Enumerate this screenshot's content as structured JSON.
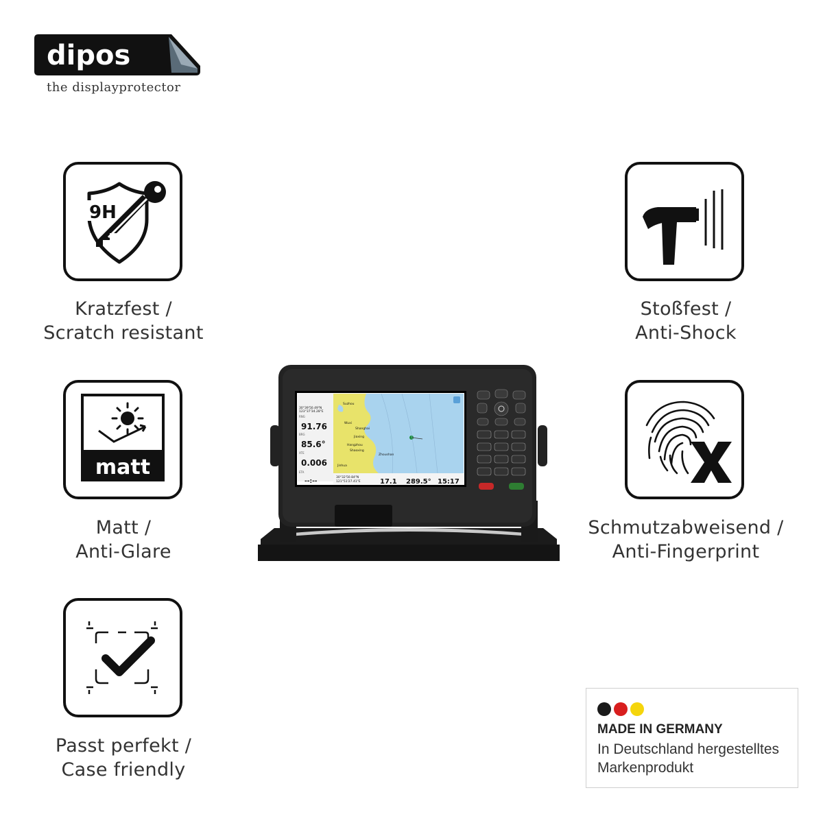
{
  "brand": {
    "name": "dipos",
    "tagline": "the displayprotector"
  },
  "features": [
    {
      "id": "scratch",
      "icon": "shield-key-icon",
      "badge": "9H",
      "line1": "Kratzfest /",
      "line2": "Scratch resistant"
    },
    {
      "id": "matt",
      "icon": "sun-matt-icon",
      "badge": "matt",
      "line1": "Matt /",
      "line2": "Anti-Glare"
    },
    {
      "id": "fit",
      "icon": "check-frame-icon",
      "line1": "Passt perfekt /",
      "line2": "Case friendly"
    },
    {
      "id": "shock",
      "icon": "hammer-icon",
      "line1": "Stoßfest /",
      "line2": "Anti-Shock"
    },
    {
      "id": "fingerprint",
      "icon": "fingerprint-x-icon",
      "line1": "Schmutzabweisend /",
      "line2": "Anti-Fingerprint"
    }
  ],
  "device_screen": {
    "coords1": "30°39'50.49\"N",
    "coords2": "123°37'34.28\"E",
    "rng_label": "RNG",
    "rng": "91.76",
    "brg_label": "BRG",
    "brg": "85.6°",
    "xte_label": "XTE",
    "xte": "0.006",
    "eta_label": "ETA",
    "eta": "--:--",
    "bottom_coords1": "30°32'50.84\"N",
    "bottom_coords2": "121°51'27.41\"E",
    "sog": "17.1",
    "cog": "289.5°",
    "time": "15:17",
    "places": [
      "Shanghai",
      "Wuxi",
      "Jiaxing",
      "Hangzhou",
      "Shaoxing",
      "Jinhua",
      "Zhoushan",
      "Suzhou"
    ]
  },
  "made_in_germany": {
    "title": "MADE IN GERMANY",
    "line1": "In Deutschland hergestelltes",
    "line2": "Markenprodukt",
    "colors": [
      "#1a1a1a",
      "#d81e1e",
      "#f5d50c"
    ]
  }
}
